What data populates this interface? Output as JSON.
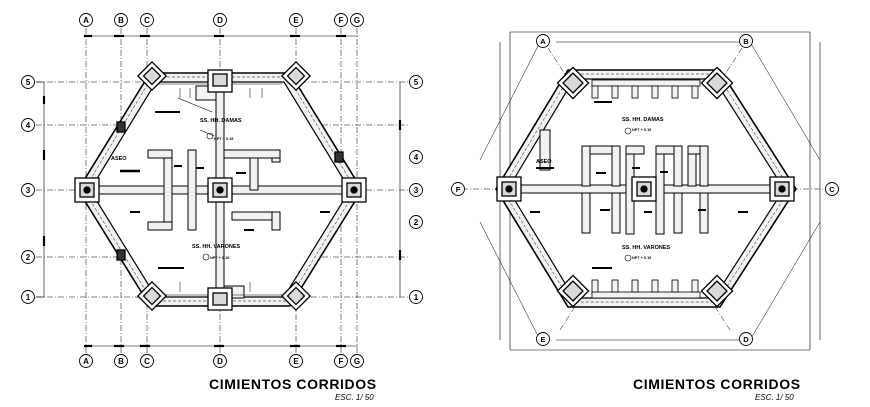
{
  "plan_left": {
    "title": "CIMIENTOS CORRIDOS",
    "scale": "ESC. 1/ 50",
    "column_axes": [
      "A",
      "B",
      "C",
      "D",
      "E",
      "F",
      "G"
    ],
    "row_axes": [
      "5",
      "4",
      "3",
      "2",
      "1"
    ],
    "room_top": "SS. HH. DAMAS",
    "room_bottom": "SS. HH. VARONES",
    "room_side": "ASEO",
    "level_top": "NPT + 0.15",
    "level_bottom": "NPT + 0.15"
  },
  "plan_right": {
    "title": "CIMIENTOS CORRIDOS",
    "scale": "ESC. 1/ 50",
    "axes": [
      "A",
      "B",
      "C",
      "D",
      "E",
      "F"
    ],
    "room_top": "SS. HH. DAMAS",
    "room_bottom": "SS. HH. VARONES",
    "room_side": "ASEO",
    "level_top": "NPT + 0.15",
    "level_bottom": "NPT + 0.15"
  }
}
